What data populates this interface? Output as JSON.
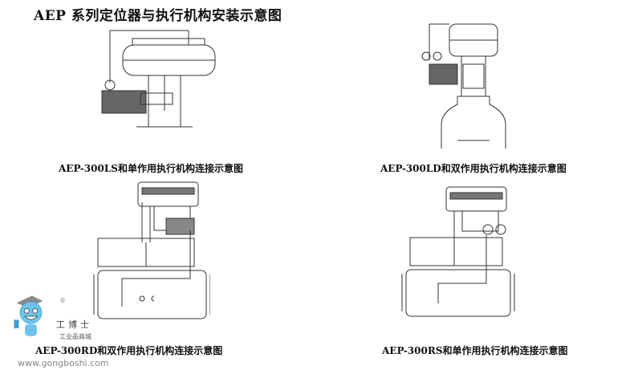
{
  "title": "AEP 系列定位器与执行机构安装示意图",
  "figures": [
    {
      "caption": "AEP-300LS和单作用执行机构连接示意图"
    },
    {
      "caption": "AEP-300LD和双作用执行机构连接示意图"
    },
    {
      "caption": "AEP-300RD和双作用执行机构连接示意图"
    },
    {
      "caption": "AEP-300RS和单作用执行机构连接示意图"
    }
  ],
  "watermark": {
    "brand": "工博士",
    "subtitle": "工业品商城",
    "url": "www.gongboshi.com",
    "registered": "®"
  }
}
